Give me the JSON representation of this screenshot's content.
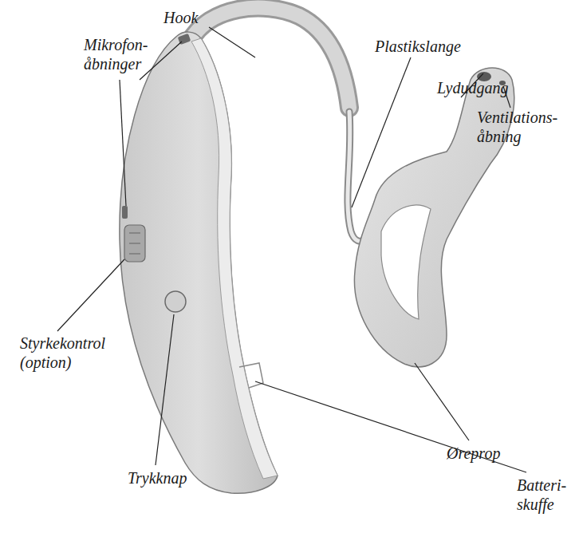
{
  "diagram": {
    "labels": [
      "Hook",
      "Mikrofon- åbninger",
      "Plastikslange",
      "Lydudgang",
      "Ventilations- åbning",
      "Styrkekontrol (option)",
      "Trykknap",
      "Øreprop",
      "Batteri- skuffe"
    ]
  }
}
